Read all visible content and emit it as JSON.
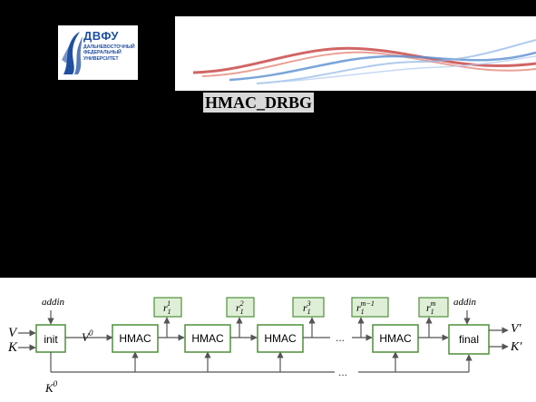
{
  "logo": {
    "abbr": "ДВФУ",
    "name_lines": [
      "ДАЛЬНЕВОСТОЧНЫЙ",
      "ФЕДЕРАЛЬНЫЙ",
      "УНИВЕРСИТЕТ"
    ]
  },
  "title": "HMAC_DRBG",
  "diagram": {
    "input_v": "V",
    "input_k": "K",
    "addin_init": "addin",
    "addin_final": "addin",
    "init_label": "init",
    "v0_label": "V",
    "v0_sup": "0",
    "k0_label": "K",
    "k0_sup": "0",
    "hmac_labels": [
      "HMAC",
      "HMAC",
      "HMAC",
      "HMAC"
    ],
    "final_label": "final",
    "output_v": "V′",
    "output_k": "K′",
    "ellipsis": "...",
    "outputs": [
      {
        "base": "r",
        "sub": "1",
        "sup": "1"
      },
      {
        "base": "r",
        "sub": "1",
        "sup": "2"
      },
      {
        "base": "r",
        "sub": "1",
        "sup": "3"
      },
      {
        "base": "r",
        "sub": "1",
        "sup": "m−1"
      },
      {
        "base": "r",
        "sub": "1",
        "sup": "m"
      }
    ],
    "colors": {
      "box_border": "#4f8f3a",
      "output_fill": "#dfeed6",
      "line": "#666666"
    }
  }
}
